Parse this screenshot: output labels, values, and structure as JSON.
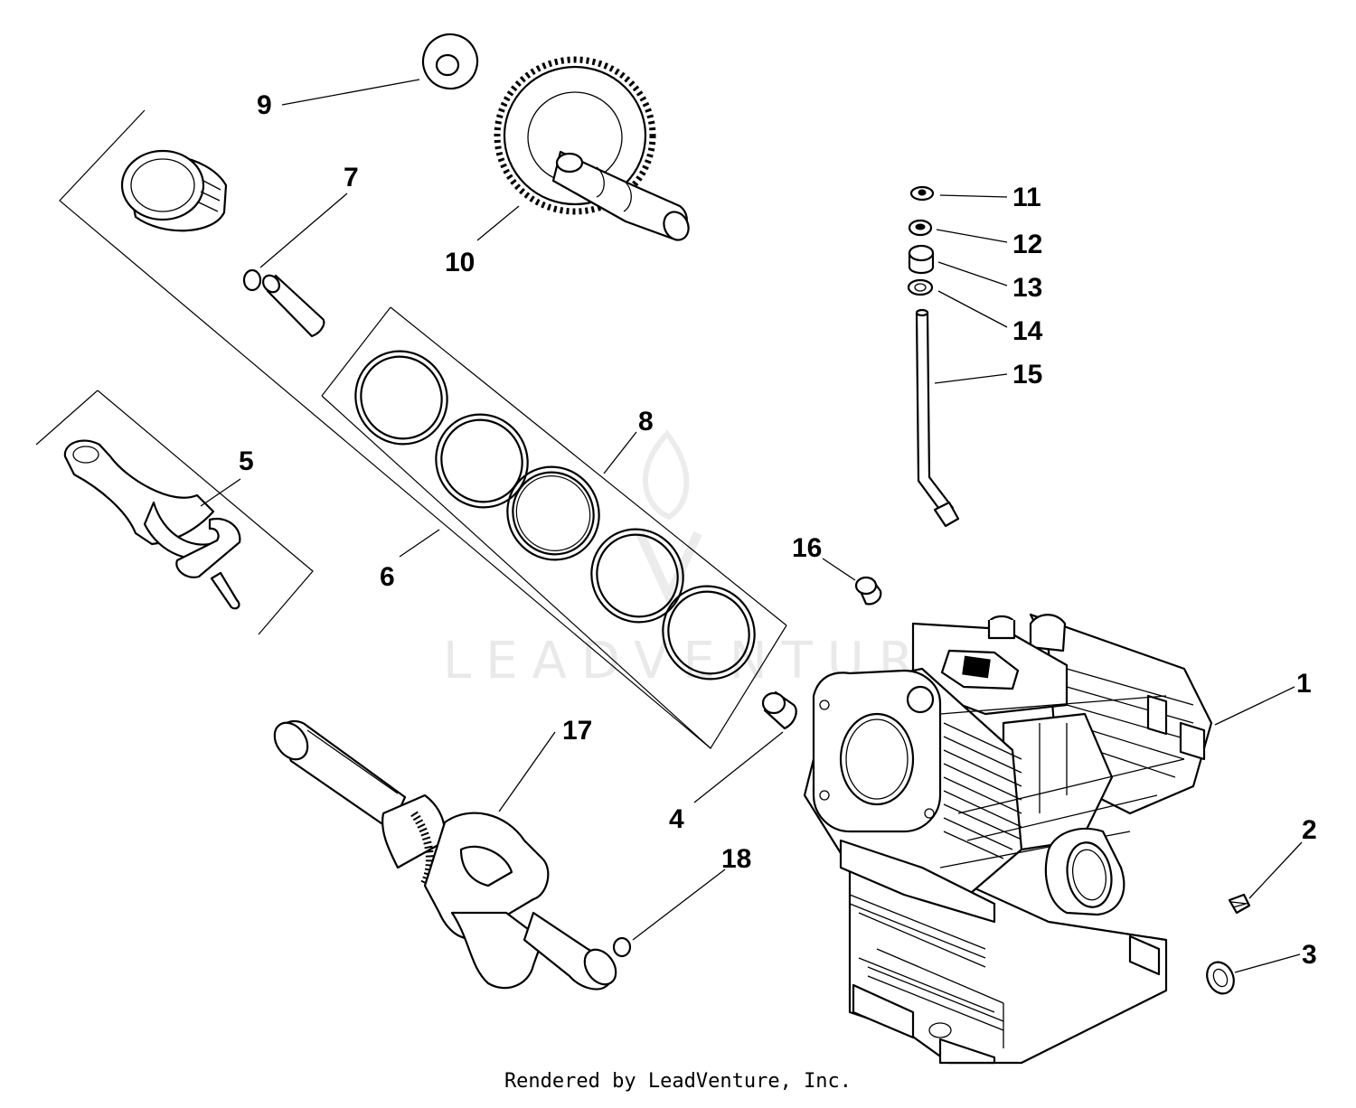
{
  "watermark": {
    "text": "LEADVENTURE",
    "color": "#e9e9e9"
  },
  "callouts": [
    {
      "key": "c1",
      "label": "1"
    },
    {
      "key": "c2",
      "label": "2"
    },
    {
      "key": "c3",
      "label": "3"
    },
    {
      "key": "c4",
      "label": "4"
    },
    {
      "key": "c5",
      "label": "5"
    },
    {
      "key": "c6",
      "label": "6"
    },
    {
      "key": "c7",
      "label": "7"
    },
    {
      "key": "c8",
      "label": "8"
    },
    {
      "key": "c9",
      "label": "9"
    },
    {
      "key": "c10",
      "label": "10"
    },
    {
      "key": "c11",
      "label": "11"
    },
    {
      "key": "c12",
      "label": "12"
    },
    {
      "key": "c13",
      "label": "13"
    },
    {
      "key": "c14",
      "label": "14"
    },
    {
      "key": "c15",
      "label": "15"
    },
    {
      "key": "c16",
      "label": "16"
    },
    {
      "key": "c17",
      "label": "17"
    },
    {
      "key": "c18",
      "label": "18"
    }
  ],
  "footer": {
    "text": "Rendered by LeadVenture, Inc."
  }
}
